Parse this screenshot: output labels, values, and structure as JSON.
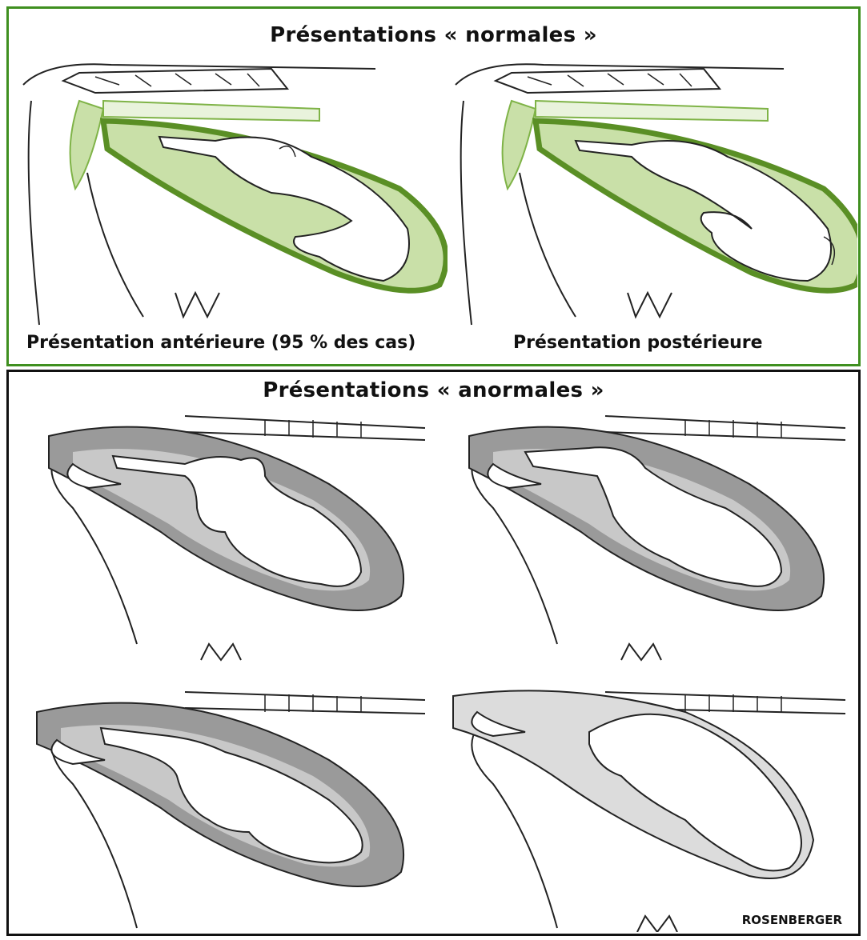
{
  "top_panel": {
    "title": "Présentations « normales »",
    "captions": [
      "Présentation antérieure (95 % des cas)",
      "Présentation postérieure"
    ],
    "uterus_color": "#7fb347",
    "fluid_color": "#c9e0a8"
  },
  "bottom_panel": {
    "title": "Présentations « anormales »",
    "credit": "ROSENBERGER",
    "uterus_color": "#9a9a9a"
  }
}
